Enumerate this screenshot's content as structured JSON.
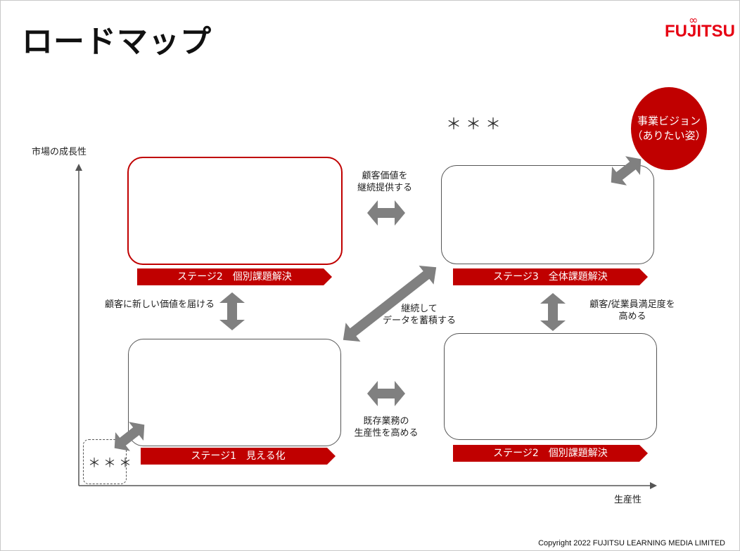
{
  "title": "ロードマップ",
  "logo": {
    "text": "FUJITSU"
  },
  "axes": {
    "y_label": "市場の成長性",
    "x_label": "生産性"
  },
  "vision": {
    "line1": "事業ビジョン",
    "line2": "（ありたい姿）"
  },
  "stars_top": "＊＊＊",
  "stars_bottom": "＊＊＊",
  "stages": {
    "stage2_top": "ステージ2　個別課題解決",
    "stage3": "ステージ3　全体課題解決",
    "stage1": "ステージ1　見える化",
    "stage2_bottom": "ステージ2　個別課題解決"
  },
  "arrow_labels": {
    "top_line1": "顧客価値を",
    "top_line2": "継続提供する",
    "left": "顧客に新しい価値を届ける",
    "diag_line1": "継続して",
    "diag_line2": "データを蓄積する",
    "right_line1": "顧客/従業員満足度を",
    "right_line2": "高める",
    "bottom_line1": "既存業務の",
    "bottom_line2": "生産性を高める"
  },
  "colors": {
    "accent": "#c00000",
    "arrow": "#808080",
    "logo": "#e60012"
  },
  "copyright": "Copyright 2022 FUJITSU LEARNING MEDIA LIMITED"
}
